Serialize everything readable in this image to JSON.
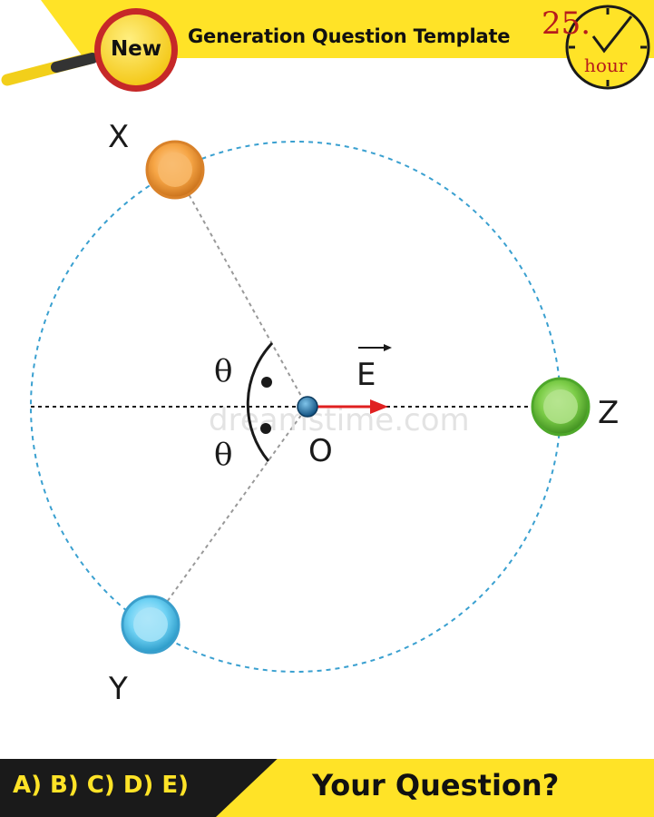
{
  "header": {
    "badge": "New",
    "title": "Generation Question Template",
    "hour_number": "25.",
    "hour_label": "hour"
  },
  "diagram": {
    "charges": [
      {
        "label": "X",
        "color": "orange"
      },
      {
        "label": "Y",
        "color": "light-blue"
      },
      {
        "label": "Z",
        "color": "green"
      }
    ],
    "center_label": "O",
    "field_label": "E",
    "angle_upper": "θ",
    "angle_lower": "θ",
    "watermark": "dreamstime.com"
  },
  "footer": {
    "options": "A) B) C) D) E)",
    "question": "Your Question?"
  },
  "colors": {
    "header_yellow": "#ffe327",
    "footer_dark": "#1a1a1a",
    "circle_dashed": "#3aa0d0",
    "field_arrow": "#e02020",
    "charge_x": "#f29a2e",
    "charge_y": "#4cc6ee",
    "charge_z": "#5cbf3a",
    "center_charge": "#1f6fa8"
  }
}
